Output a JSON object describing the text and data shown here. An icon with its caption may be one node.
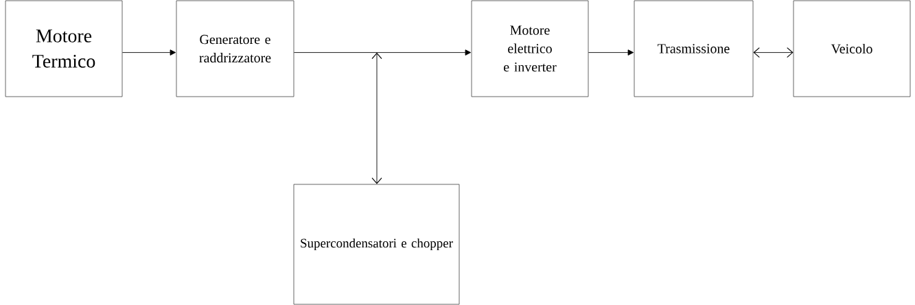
{
  "diagram": {
    "nodes": [
      {
        "text": [
          "Motore Termico"
        ]
      },
      {
        "text": [
          "Generatore e raddrizzatore"
        ]
      },
      {
        "text": [
          "Motore elettrico e inverter"
        ]
      },
      {
        "text": [
          "Trasmissione"
        ]
      },
      {
        "text": [
          "Veicolo"
        ]
      },
      {
        "text": [
          "Supercondensatori e chopper"
        ]
      }
    ],
    "edges": [
      {
        "from": 0,
        "to": 1,
        "arrow": "to"
      },
      {
        "from": 1,
        "to": 2,
        "arrow": "to"
      },
      {
        "from": 2,
        "to": 3,
        "arrow": "to"
      },
      {
        "from": 3,
        "to": 4,
        "arrow": "both"
      },
      {
        "from": null,
        "to": 5,
        "arrow": "both"
      }
    ]
  }
}
